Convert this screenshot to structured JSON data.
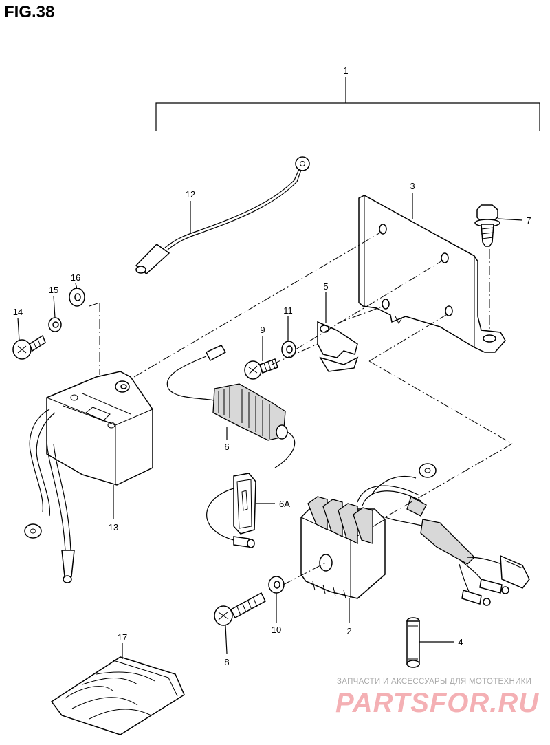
{
  "figure": {
    "title": "FIG.38"
  },
  "callouts": {
    "c1": "1",
    "c2": "2",
    "c3": "3",
    "c4": "4",
    "c5": "5",
    "c6": "6",
    "c6a": "6A",
    "c7": "7",
    "c8": "8",
    "c9": "9",
    "c10": "10",
    "c11": "11",
    "c12": "12",
    "c13": "13",
    "c14": "14",
    "c15": "15",
    "c16": "16",
    "c17": "17"
  },
  "watermark": {
    "caption": "ЗАПЧАСТИ И АКСЕССУАРЫ ДЛЯ МОТОТЕХНИКИ",
    "logo": "PARTSFOR.RU"
  }
}
